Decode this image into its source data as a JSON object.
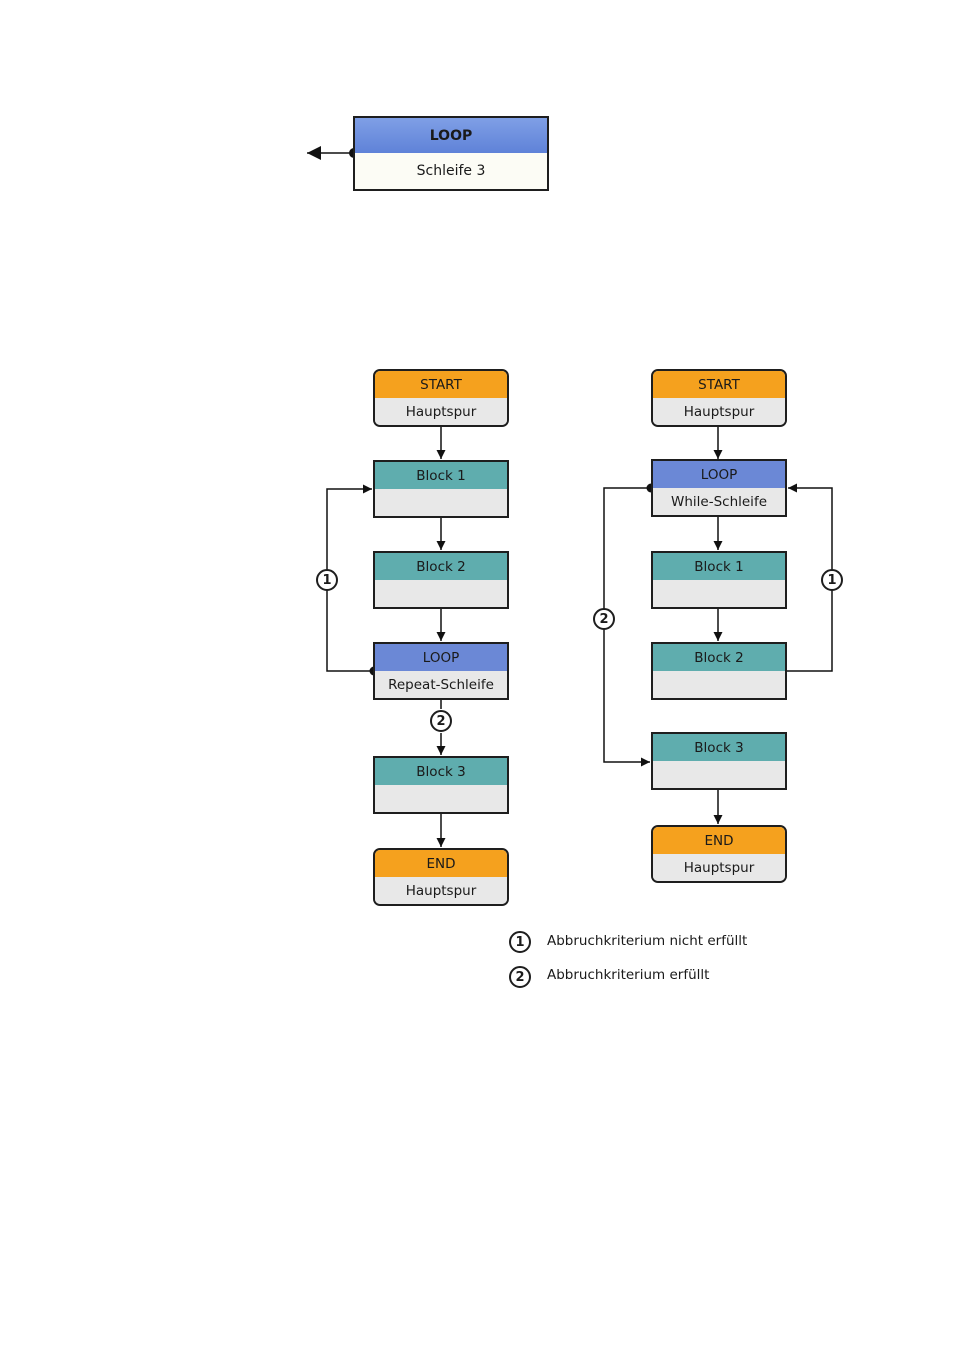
{
  "top_loop": {
    "head": "LOOP",
    "body": "Schleife 3"
  },
  "left_flow": {
    "start": {
      "head": "START",
      "body": "Hauptspur"
    },
    "block1": {
      "head": "Block 1",
      "body": ""
    },
    "block2": {
      "head": "Block 2",
      "body": ""
    },
    "loop": {
      "head": "LOOP",
      "body": "Repeat-Schleife"
    },
    "block3": {
      "head": "Block 3",
      "body": ""
    },
    "end": {
      "head": "END",
      "body": "Hauptspur"
    }
  },
  "right_flow": {
    "start": {
      "head": "START",
      "body": "Hauptspur"
    },
    "loop": {
      "head": "LOOP",
      "body": "While-Schleife"
    },
    "block1": {
      "head": "Block 1",
      "body": ""
    },
    "block2": {
      "head": "Block 2",
      "body": ""
    },
    "block3": {
      "head": "Block 3",
      "body": ""
    },
    "end": {
      "head": "END",
      "body": "Hauptspur"
    }
  },
  "badges": {
    "one": "1",
    "two": "2"
  },
  "legend": [
    {
      "num": "1",
      "text": "Abbruchkriterium nicht erfüllt"
    },
    {
      "num": "2",
      "text": "Abbruchkriterium erfüllt"
    }
  ],
  "colors": {
    "start_end": "#f5a11e",
    "block": "#5fadae",
    "loop": "#6b88d6",
    "body": "#e8e8e8"
  }
}
